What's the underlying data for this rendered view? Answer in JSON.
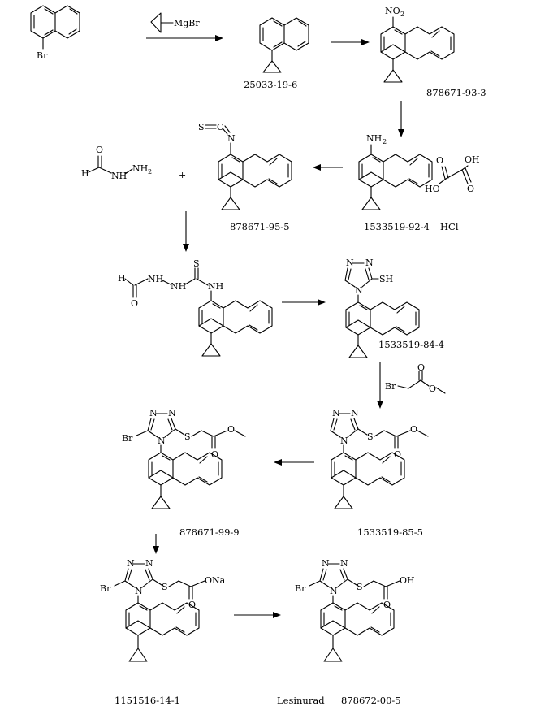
{
  "colors": {
    "ink": "#000000",
    "background": "#ffffff"
  },
  "atoms": {
    "br": "Br",
    "mgbr": "MgBr",
    "no2": "NO",
    "no2_sub": "2",
    "nh2": "NH",
    "nh2_sub": "2",
    "s": "S",
    "n": "N",
    "c": "C",
    "h": "H",
    "nh": "NH",
    "o": "O",
    "oh": "OH",
    "ho": "HO",
    "sh": "SH",
    "ona": "ONa",
    "hcl": "HCl",
    "plus": "+"
  },
  "labels": {
    "c2": "25033-19-6",
    "c3": "878671-93-3",
    "c4": "1533519-92-4",
    "c5": "878671-95-5",
    "c7": "1533519-84-4",
    "c8": "1533519-85-5",
    "c9": "878671-99-9",
    "c10": "1151516-14-1",
    "c11_name": "Lesinurad",
    "c11": "878672-00-5"
  }
}
